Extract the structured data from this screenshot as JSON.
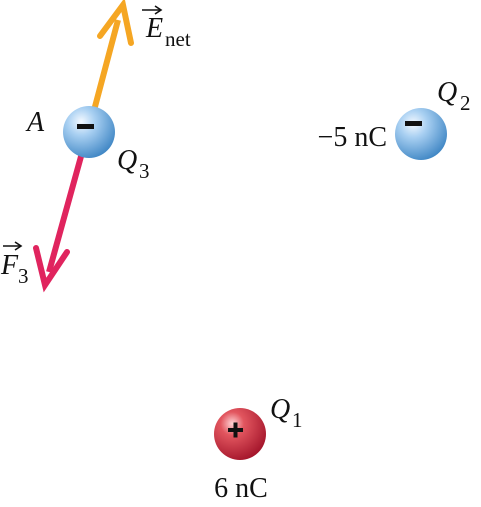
{
  "colors": {
    "background": "#ffffff",
    "e_net_arrow": "#f5a623",
    "force_arrow": "#e0245e",
    "negative_charge": "#5ba4d9",
    "positive_charge": "#c8203a"
  },
  "charges": {
    "q1": {
      "name": "Q",
      "subscript": "1",
      "value": "6 nC",
      "sign": "+"
    },
    "q2": {
      "name": "Q",
      "subscript": "2",
      "value": "−5 nC",
      "sign": "−"
    },
    "q3": {
      "name": "Q",
      "subscript": "3",
      "sign": "−"
    }
  },
  "point": {
    "label": "A"
  },
  "vectors": {
    "e_net": {
      "symbol": "E",
      "subscript": "net"
    },
    "f3": {
      "symbol": "F",
      "subscript": "3"
    }
  }
}
